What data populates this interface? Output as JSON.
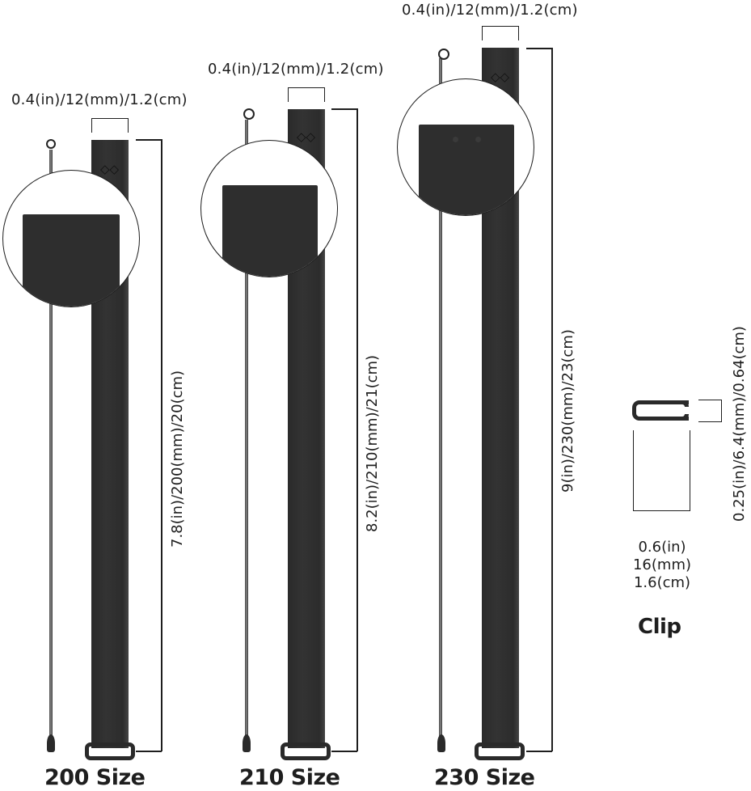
{
  "colors": {
    "strap": "#2e2e2e",
    "line": "#1e1e1e",
    "background": "#ffffff"
  },
  "straps": [
    {
      "size_label": "200 Size",
      "width_label": "0.4(in)/12(mm)/1.2(cm)",
      "length_label": "7.8(in)/200(mm)/20(cm)"
    },
    {
      "size_label": "210 Size",
      "width_label": "0.4(in)/12(mm)/1.2(cm)",
      "length_label": "8.2(in)/210(mm)/21(cm)"
    },
    {
      "size_label": "230 Size",
      "width_label": "0.4(in)/12(mm)/1.2(cm)",
      "length_label": "9(in)/230(mm)/23(cm)"
    }
  ],
  "clip": {
    "title": "Clip",
    "height_label": "0.25(in)/6.4(mm)/0.64(cm)",
    "width_lines": [
      "0.6(in)",
      "16(mm)",
      "1.6(cm)"
    ]
  }
}
